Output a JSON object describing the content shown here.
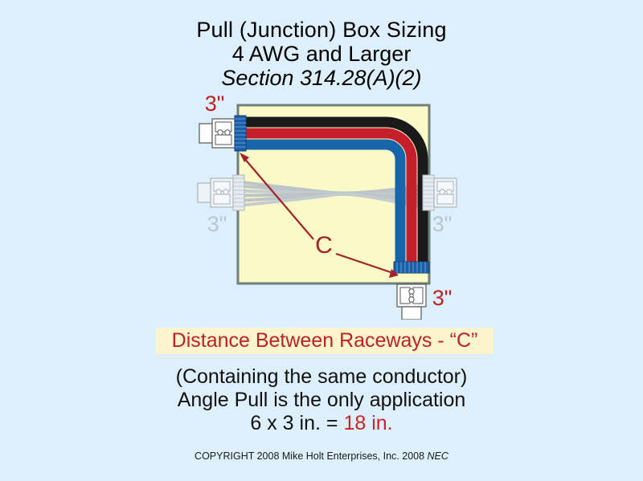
{
  "title": {
    "line1": "Pull (Junction) Box Sizing",
    "line2": "4 AWG and Larger",
    "line3": "Section 314.28(A)(2)"
  },
  "diagram": {
    "box_fill_color": "#fafac8",
    "box_border_color": "#6f7f7a",
    "background_color": "#ddeffc",
    "labels": {
      "top_left_size": "3\"",
      "left_size": "3\"",
      "right_size": "3\"",
      "bottom_size": "3\"",
      "distance_marker": "C"
    },
    "label_colors": {
      "active": "#bb2222",
      "inactive": "#b9c6cf"
    },
    "conductors": [
      {
        "name": "black-conductor",
        "color": "#1a1a1a"
      },
      {
        "name": "red-conductor",
        "color": "#c41f2a"
      },
      {
        "name": "blue-conductor",
        "color": "#1565a8"
      }
    ],
    "inactive_conductor_color": "#b5bcc0",
    "connector": {
      "body_color": "#ffffff",
      "outline_color": "#555555",
      "bushing_color": "#1c5fa8",
      "inactive_body_color": "#e9eef1",
      "inactive_outline_color": "#aab4bb"
    }
  },
  "callout": {
    "text": "Distance Between Raceways - “C”",
    "band_color": "#fcf4cd",
    "text_color": "#bb2222"
  },
  "notes": {
    "line1": "(Containing the same conductor)",
    "line2": "Angle Pull is the only application",
    "line3_prefix": "6 x 3 in. = ",
    "line3_result": "18 in."
  },
  "copyright": {
    "text": "COPYRIGHT 2008  Mike Holt Enterprises, Inc. 2008 ",
    "italic_suffix": "NEC"
  }
}
